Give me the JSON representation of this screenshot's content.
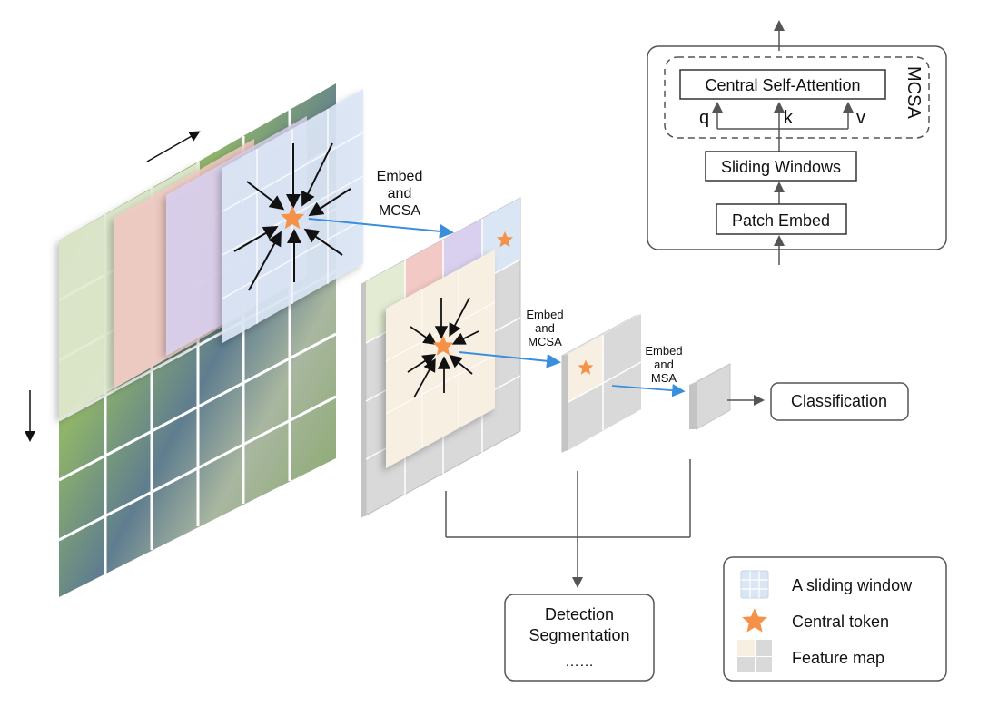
{
  "module": {
    "title_vertical": "MCSA",
    "central_attention": "Central Self-Attention",
    "q": "q",
    "k": "k",
    "v": "v",
    "sliding_windows": "Sliding Windows",
    "patch_embed": "Patch Embed"
  },
  "stages": {
    "stage1_line1": "Embed",
    "stage1_line2": "and",
    "stage1_line3": "MCSA",
    "stage2_line1": "Embed",
    "stage2_line2": "and",
    "stage2_line3": "MCSA",
    "stage3_line1": "Embed",
    "stage3_line2": "and",
    "stage3_line3": "MSA"
  },
  "outputs": {
    "classification": "Classification",
    "dense_line1": "Detection",
    "dense_line2": "Segmentation",
    "dense_line3": "……"
  },
  "legend": {
    "items": [
      {
        "icon": "sliding-window-icon",
        "label": "A sliding window"
      },
      {
        "icon": "star-icon",
        "label": "Central token"
      },
      {
        "icon": "feature-map-icon",
        "label": "Feature map"
      }
    ]
  },
  "colors": {
    "token": "#f5924a",
    "embed_arrow": "#3a8fdc",
    "window_blue": "#dbe6f5",
    "window_red": "#f2c9c4",
    "window_purple": "#d9d0ef",
    "window_green": "#e3ecd3",
    "feature_beige": "#f7efe2",
    "feature_grey": "#d9d9d9",
    "line": "#555555"
  }
}
